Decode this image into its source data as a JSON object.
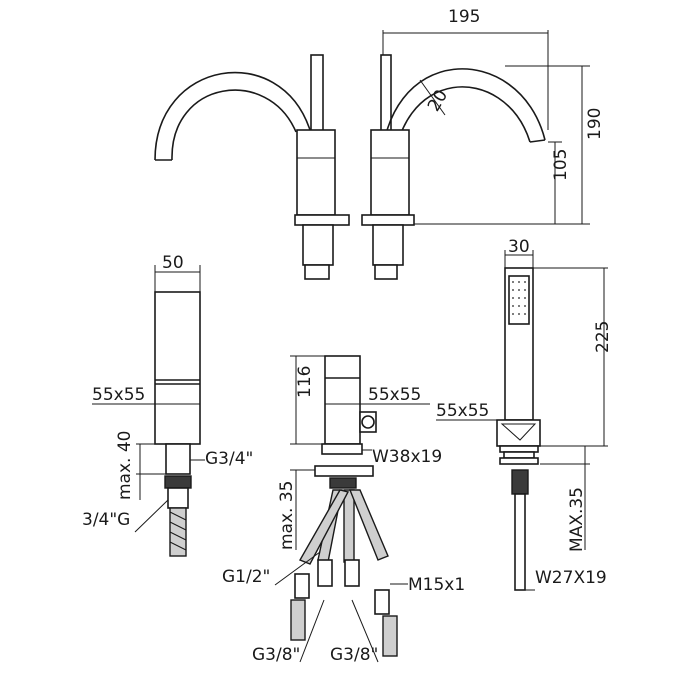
{
  "dimensions": {
    "spout_width": "195",
    "spout_height": "190",
    "spout_outlet_height": "105",
    "spout_pipe_diameter": "20",
    "handle_width": "50",
    "handle_body": "55x55",
    "handle_thread": "G3/4\"",
    "handle_max": "max. 40",
    "handle_hose_thread": "3/4\"G",
    "mixer_height": "116",
    "mixer_body": "55x55",
    "mixer_nut": "W38x19",
    "mixer_max": "max. 35",
    "mixer_hose_left": "G1/2\"",
    "mixer_hose_right": "M15x1",
    "mixer_g38_left": "G3/8\"",
    "mixer_g38_right": "G3/8\"",
    "shower_width": "30",
    "shower_height": "225",
    "shower_body": "55x55",
    "shower_max": "MAX.35",
    "shower_nut": "W27X19"
  }
}
